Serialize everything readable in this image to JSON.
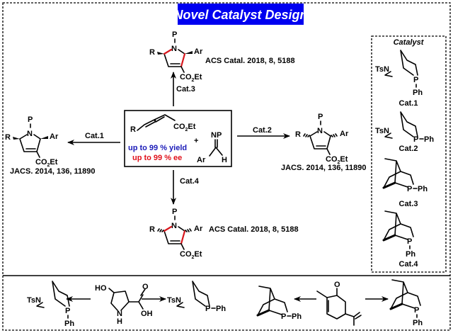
{
  "title": "Novel Catalyst Design",
  "colors": {
    "title_bg": "#0000f0",
    "title_text": "#ffffff",
    "yield_text": "#1a1ab8",
    "ee_text": "#e0101a",
    "new_bond": "#d9161c"
  },
  "center_box": {
    "substrate_R": "R",
    "substrate_ester": "CO2Et",
    "plus": "+",
    "imine_NP": "NP",
    "imine_Ar": "Ar",
    "imine_H": "H",
    "yield_text": "up to 99 % yield",
    "ee_text": "up to 99 % ee"
  },
  "reactions": [
    {
      "catalyst": "Cat.1",
      "direction": "left",
      "reference": "JACS. 2014, 136, 11890",
      "stereo": "wedge-wedge"
    },
    {
      "catalyst": "Cat.2",
      "direction": "right",
      "reference": "JACS. 2014, 136, 11890",
      "stereo": "hash-hash"
    },
    {
      "catalyst": "Cat.3",
      "direction": "up",
      "reference": "ACS Catal. 2018, 8, 5188",
      "stereo": "wedge-wedge"
    },
    {
      "catalyst": "Cat.4",
      "direction": "down",
      "reference": "ACS Catal. 2018, 8, 5188",
      "stereo": "hash-hash"
    }
  ],
  "product_labels": {
    "P": "P",
    "N": "N",
    "R": "R",
    "Ar": "Ar",
    "ester": "CO",
    "ester_sub": "2",
    "ester_end": "Et"
  },
  "catalyst_panel": {
    "heading": "Catalyst",
    "items": [
      {
        "label": "Cat.1",
        "heteroatom": "TsN",
        "phosphorus": "P",
        "substituent": "Ph"
      },
      {
        "label": "Cat.2",
        "heteroatom": "TsN",
        "phosphorus": "P",
        "substituent": "Ph"
      },
      {
        "label": "Cat.3",
        "heteroatom": "",
        "phosphorus": "P",
        "substituent": "Ph"
      },
      {
        "label": "Cat.4",
        "heteroatom": "",
        "phosphorus": "P",
        "substituent": "Ph"
      }
    ]
  },
  "synthesis": {
    "hydroxyproline": {
      "HO": "HO",
      "NH_N": "N",
      "NH_H": "H",
      "O": "O",
      "OH": "OH"
    },
    "carvone": {
      "O": "O"
    },
    "TsN": "TsN",
    "P": "P",
    "Ph": "Ph"
  }
}
